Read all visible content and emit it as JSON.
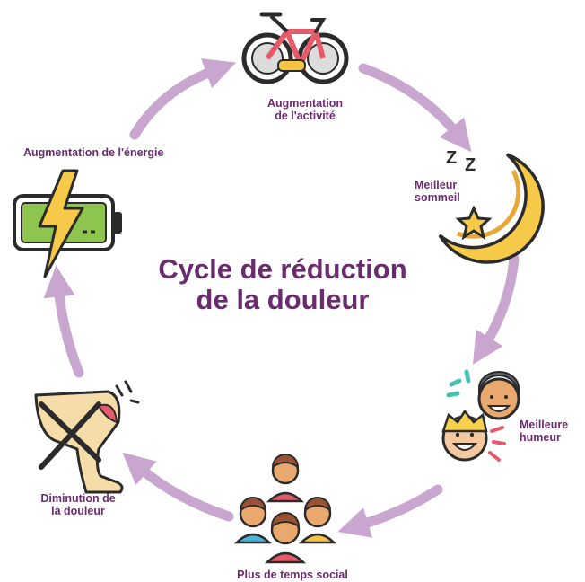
{
  "title": {
    "line1": "Cycle de réduction",
    "line2": "de la douleur"
  },
  "steps": [
    {
      "line1": "Augmentation",
      "line2": "de l'activité",
      "icon": "bicycle-icon"
    },
    {
      "line1": "Meilleur",
      "line2": "sommeil",
      "icon": "moon-sleep-icon"
    },
    {
      "line1": "Meilleure",
      "line2": "humeur",
      "icon": "happy-faces-icon"
    },
    {
      "line1": "Plus de temps social",
      "icon": "people-group-icon"
    },
    {
      "line1": "Diminution de",
      "line2": "la douleur",
      "icon": "knee-pain-icon"
    },
    {
      "line1": "Augmentation de l'énergie",
      "icon": "battery-charging-icon"
    }
  ],
  "colors": {
    "arrow": "#c9a6cf",
    "text": "#6b2c6f"
  }
}
